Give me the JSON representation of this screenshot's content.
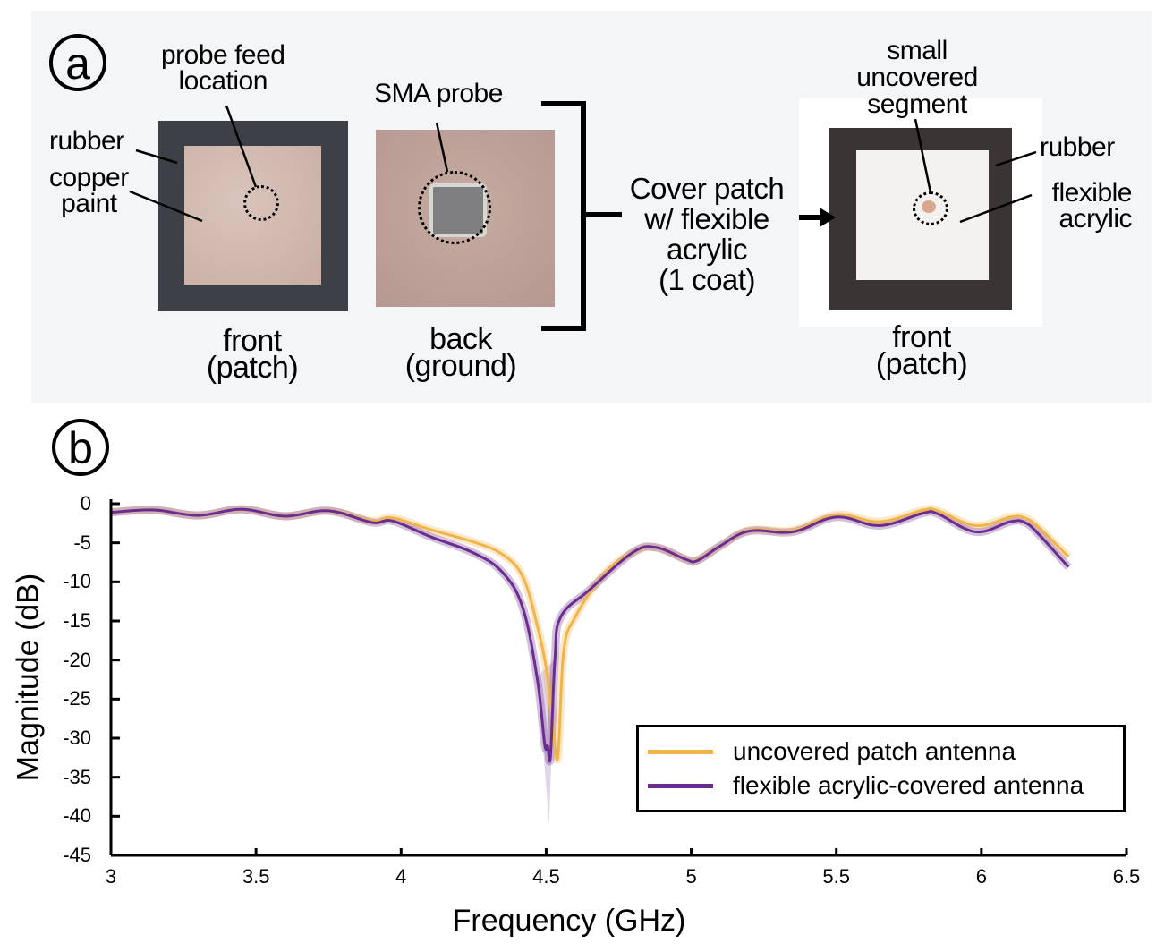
{
  "panel_a": {
    "label": "a",
    "front_left": {
      "rubber": "rubber",
      "copper_paint": [
        "copper",
        "paint"
      ],
      "probe_feed": [
        "probe feed",
        "location"
      ],
      "caption": [
        "front",
        "(patch)"
      ]
    },
    "back": {
      "sma_probe": "SMA probe",
      "caption": [
        "back",
        "(ground)"
      ]
    },
    "process": [
      "Cover patch",
      "w/ flexible",
      "acrylic",
      "(1 coat)"
    ],
    "front_right": {
      "small_uncovered": [
        "small",
        "uncovered",
        "segment"
      ],
      "rubber": "rubber",
      "flexible_acrylic": [
        "flexible",
        "acrylic"
      ],
      "caption": [
        "front",
        "(patch)"
      ]
    }
  },
  "panel_b": {
    "label": "b"
  },
  "colors": {
    "uncovered": "#f2b44a",
    "covered": "#6a2d8f"
  },
  "chart_data": {
    "type": "line",
    "title": "",
    "xlabel": "Frequency (GHz)",
    "ylabel": "Magnitude (dB)",
    "xlim": [
      3,
      6.5
    ],
    "ylim": [
      -45,
      0
    ],
    "xticks": [
      "3",
      "3.5",
      "4",
      "4.5",
      "5",
      "5.5",
      "6",
      "6.5"
    ],
    "yticks": [
      "0",
      "-5",
      "-10",
      "-15",
      "-20",
      "-25",
      "-30",
      "-35",
      "-40",
      "-45"
    ],
    "legend_position": "bottom-right",
    "series": [
      {
        "name": "uncovered patch antenna",
        "x": [
          3.0,
          3.15,
          3.3,
          3.45,
          3.6,
          3.75,
          3.9,
          3.97,
          4.1,
          4.25,
          4.35,
          4.42,
          4.47,
          4.5,
          4.52,
          4.54,
          4.56,
          4.6,
          4.7,
          4.8,
          4.88,
          4.98,
          5.02,
          5.1,
          5.2,
          5.35,
          5.5,
          5.65,
          5.8,
          5.85,
          5.98,
          6.1,
          6.15,
          6.2,
          6.3
        ],
        "y": [
          -1.1,
          -0.8,
          -1.5,
          -0.7,
          -1.6,
          -0.9,
          -2.2,
          -1.8,
          -3.3,
          -4.9,
          -6.5,
          -9.4,
          -15.7,
          -21,
          -27,
          -32.5,
          -19,
          -14.5,
          -9,
          -6.2,
          -5.6,
          -7.1,
          -7.2,
          -5.4,
          -3.4,
          -3.4,
          -1.4,
          -2.3,
          -0.8,
          -0.9,
          -2.8,
          -1.7,
          -1.8,
          -3.1,
          -6.8
        ]
      },
      {
        "name": "flexible acrylic-covered antenna",
        "x": [
          3.0,
          3.15,
          3.3,
          3.45,
          3.6,
          3.75,
          3.9,
          3.97,
          4.1,
          4.25,
          4.35,
          4.42,
          4.47,
          4.495,
          4.505,
          4.515,
          4.53,
          4.55,
          4.65,
          4.8,
          4.88,
          4.98,
          5.02,
          5.1,
          5.2,
          5.35,
          5.5,
          5.65,
          5.8,
          5.85,
          5.98,
          6.1,
          6.15,
          6.2,
          6.3
        ],
        "y": [
          -1.1,
          -0.8,
          -1.5,
          -0.7,
          -1.6,
          -0.9,
          -2.4,
          -2.2,
          -4.2,
          -6.3,
          -8.8,
          -13.4,
          -22.6,
          -30.8,
          -31,
          -32.3,
          -20,
          -14.5,
          -11,
          -6.2,
          -5.6,
          -7.1,
          -7.3,
          -5.4,
          -3.5,
          -3.6,
          -1.7,
          -2.8,
          -1.2,
          -1.3,
          -3.6,
          -2.3,
          -2.4,
          -4.0,
          -8.1
        ]
      }
    ]
  }
}
